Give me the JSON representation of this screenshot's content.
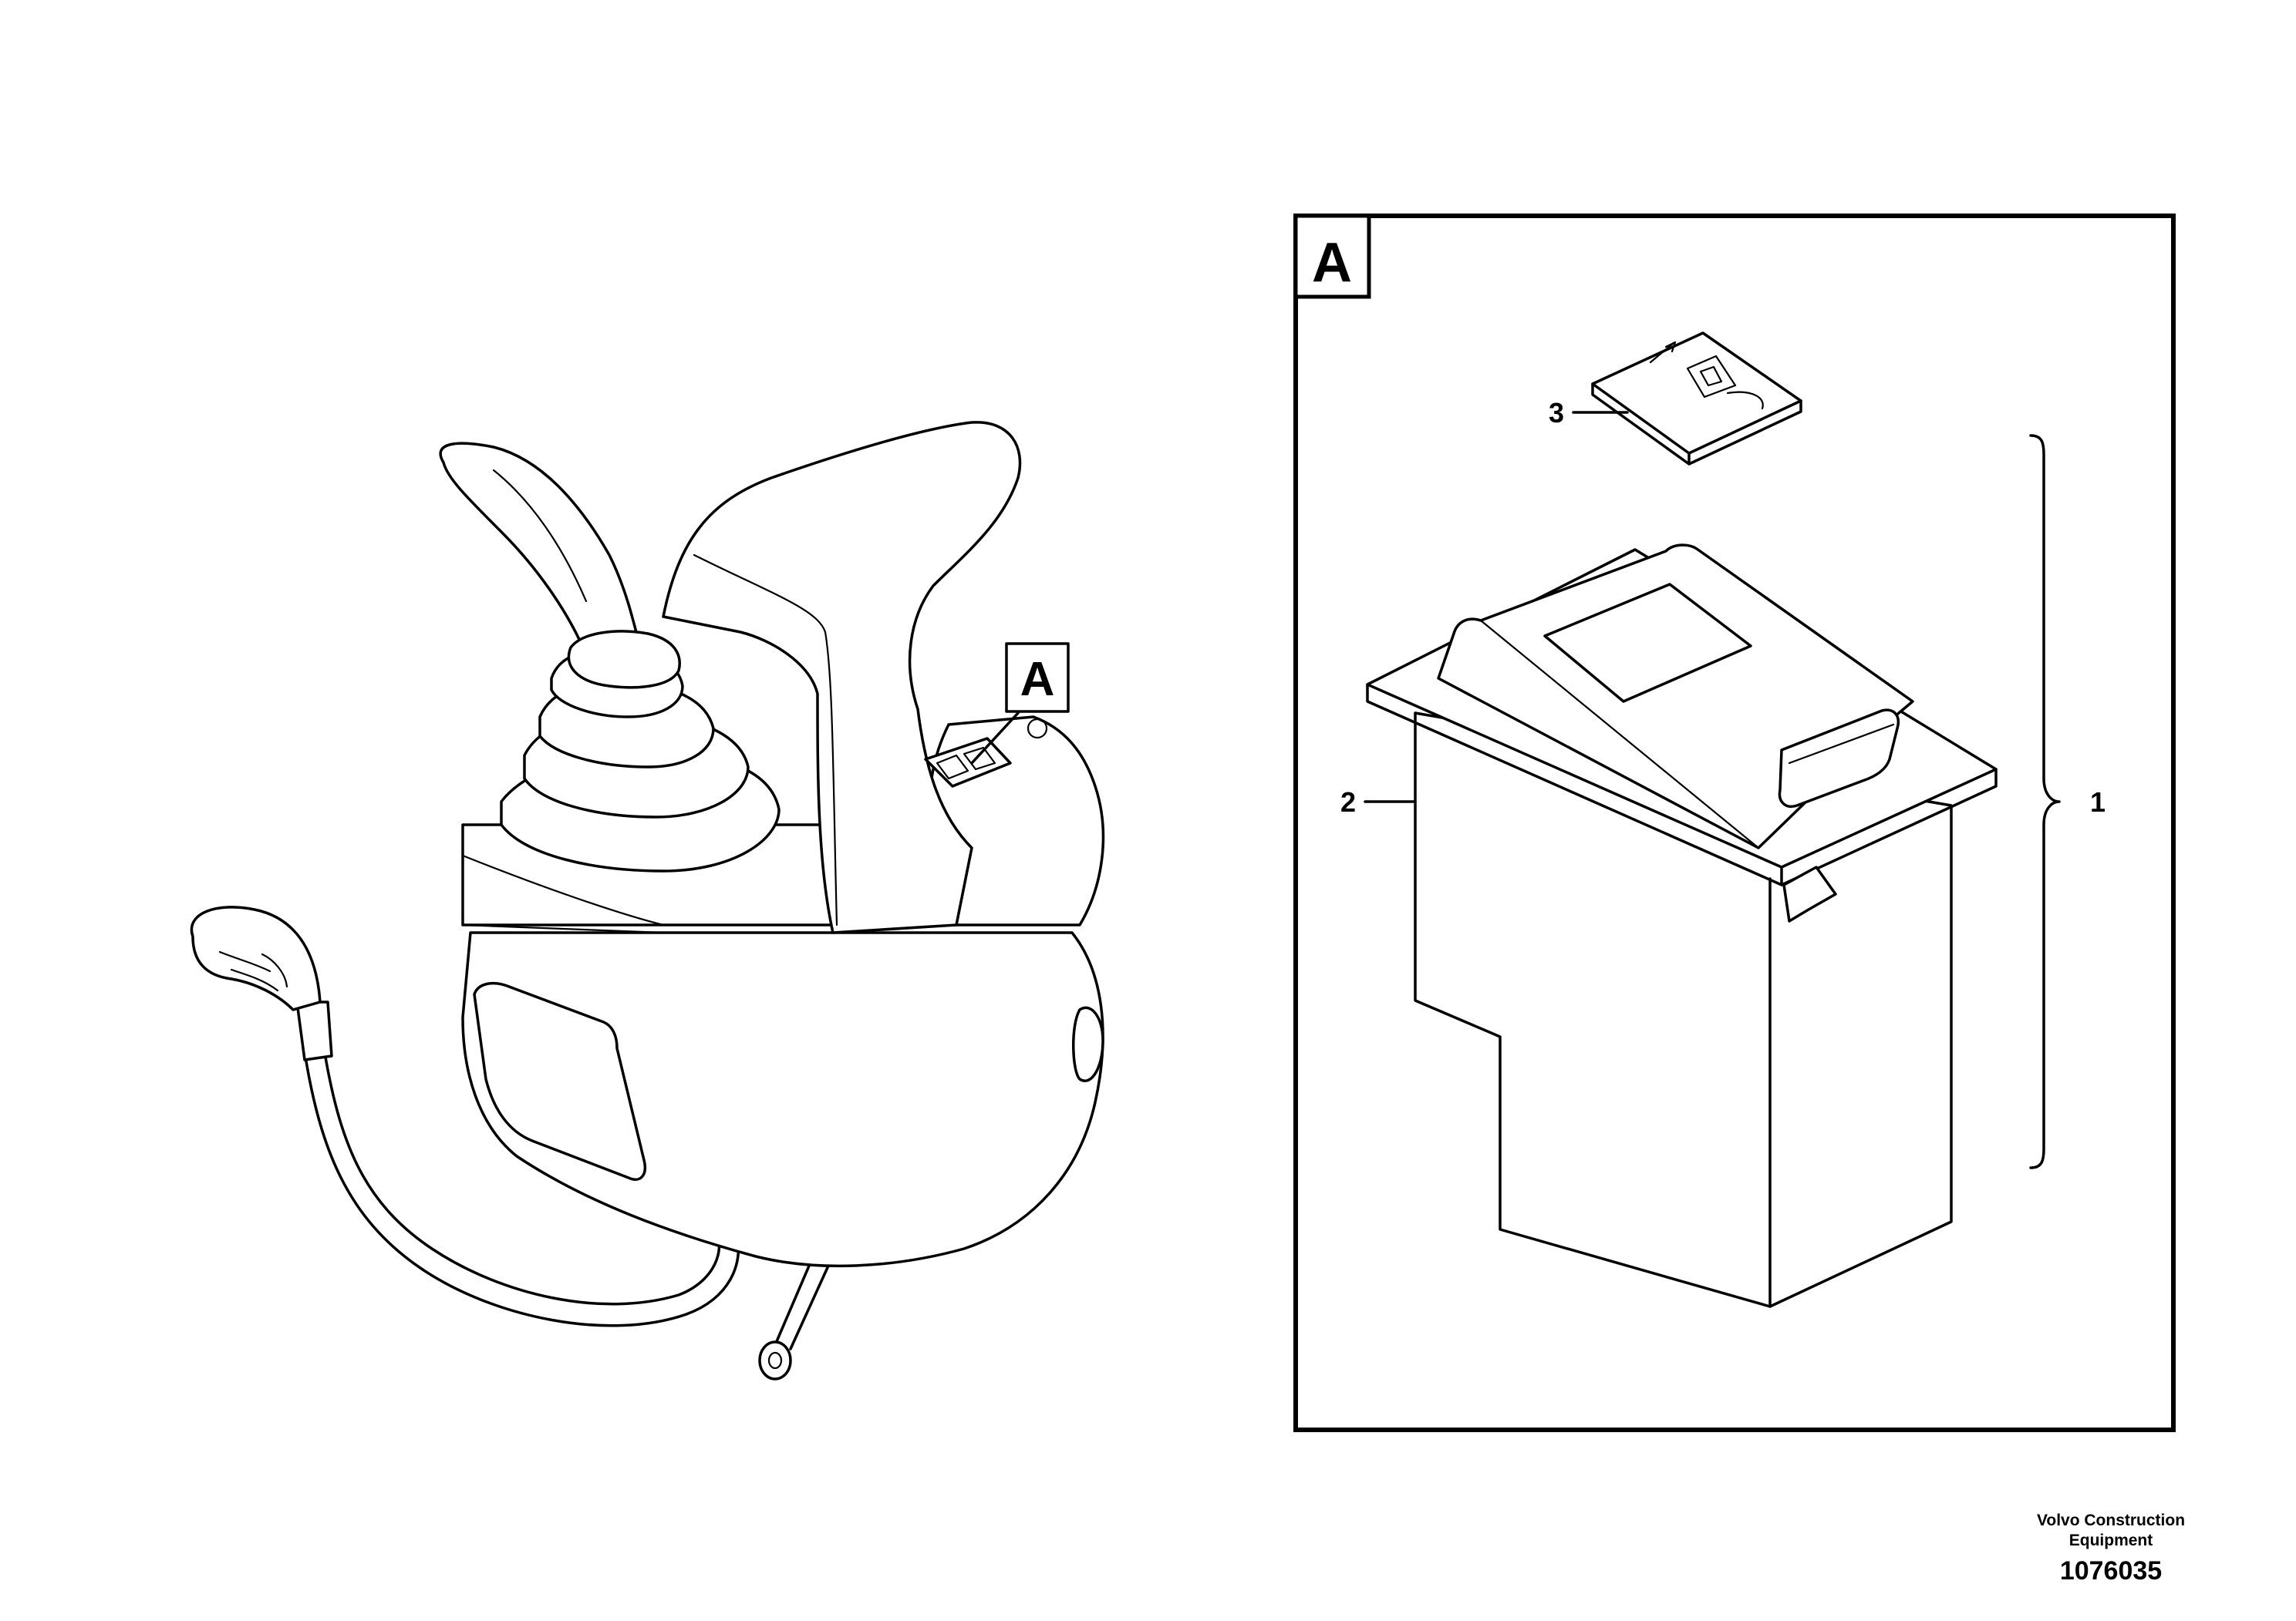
{
  "detail_marker": "A",
  "detail_frame_label": "A",
  "callouts": {
    "item1": "1",
    "item2": "2",
    "item3": "3"
  },
  "footer": {
    "company_line1": "Volvo Construction",
    "company_line2": "Equipment",
    "drawing_number": "1076035"
  }
}
